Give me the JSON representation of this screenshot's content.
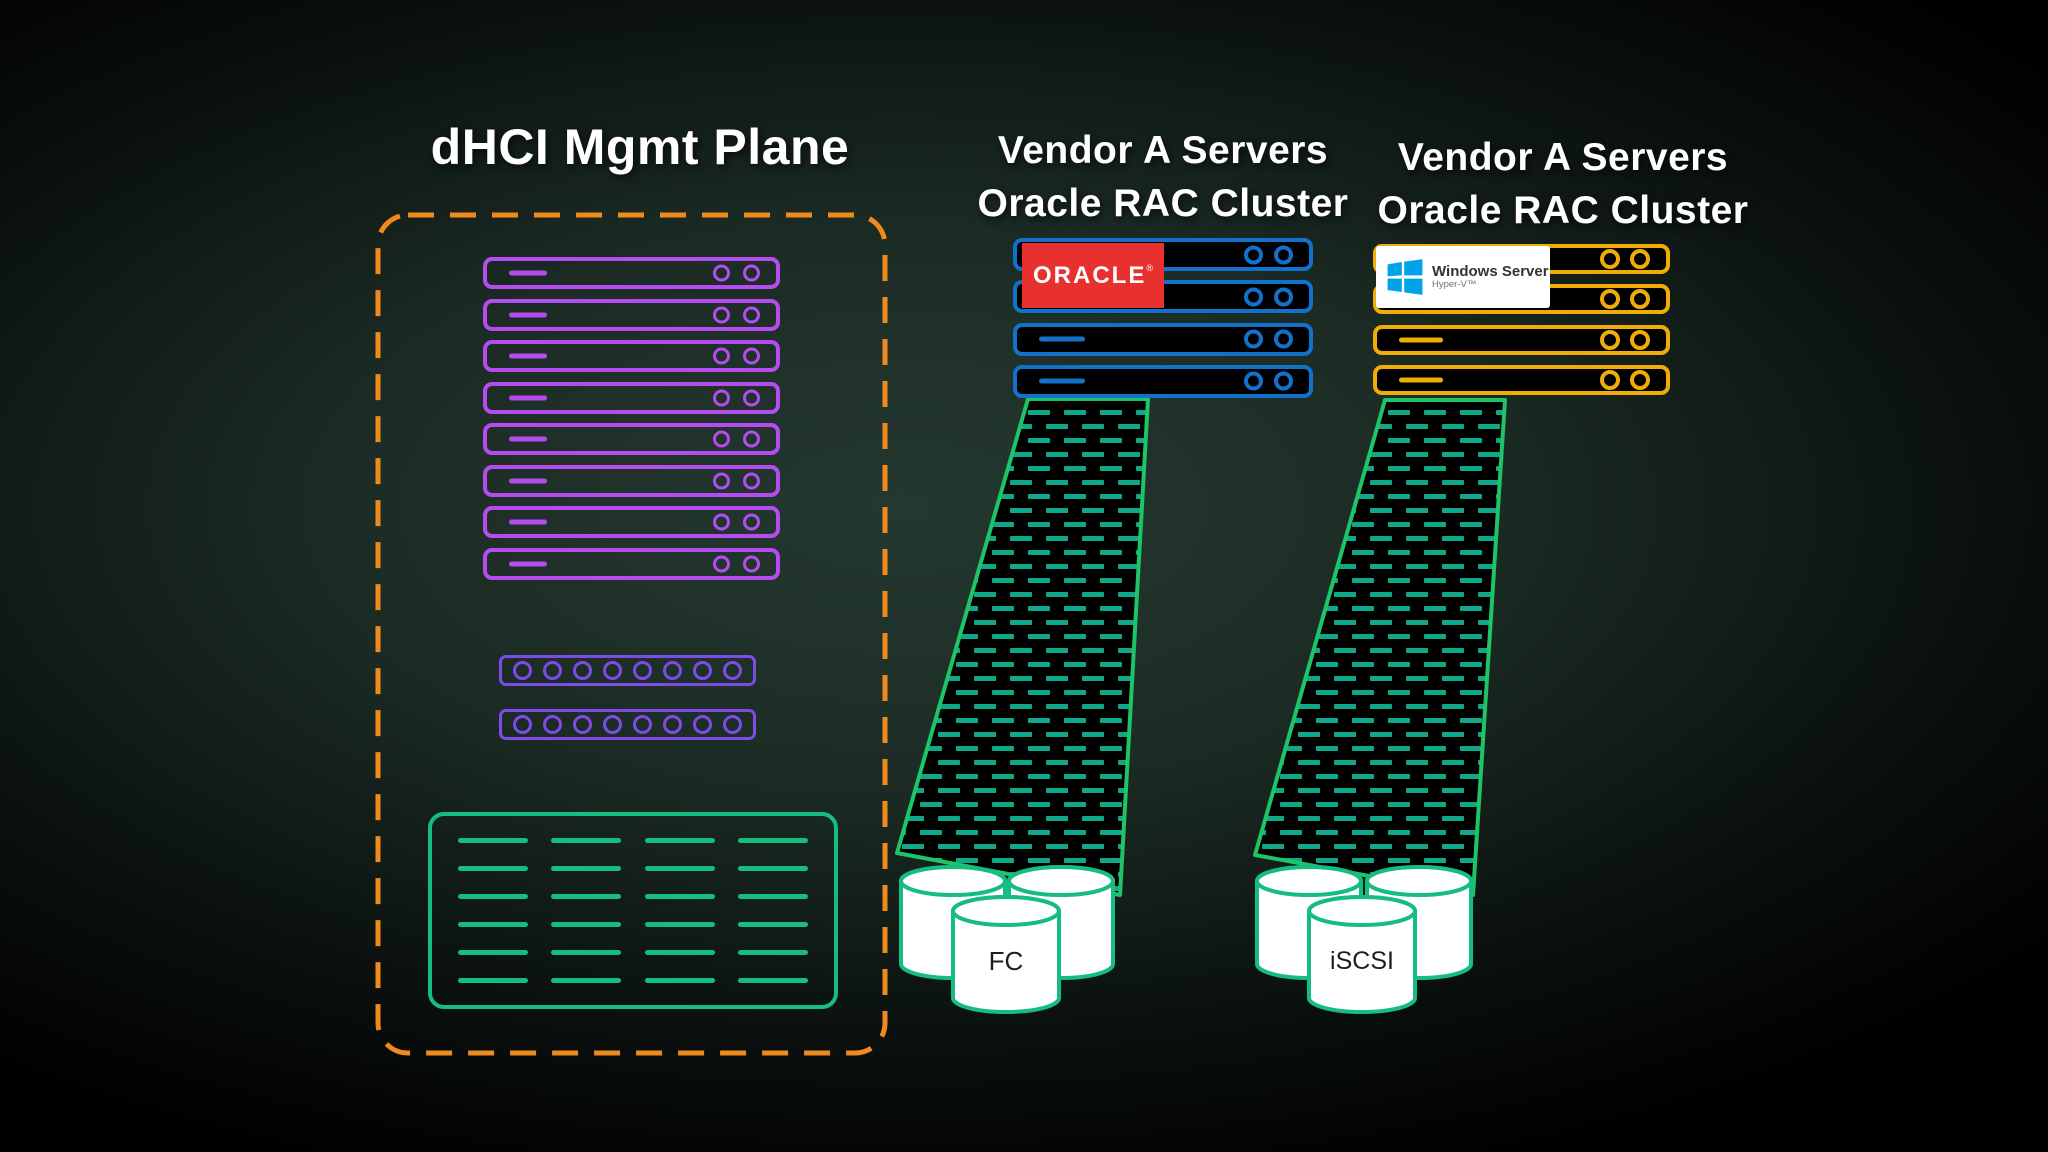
{
  "titles": {
    "mgmt": "dHCI Mgmt Plane",
    "cluster_fc_line1": "Vendor A Servers",
    "cluster_fc_line2": "Oracle RAC Cluster",
    "cluster_iscsi_line1": "Vendor A Servers",
    "cluster_iscsi_line2": "Oracle RAC Cluster"
  },
  "labels": {
    "fc_storage": "FC",
    "iscsi_storage": "iSCSI",
    "oracle_logo": "ORACLE",
    "oracle_logo_mark": "®",
    "windows_logo_line1": "Windows Server",
    "windows_logo_line2": "Hyper-V™"
  },
  "structure": {
    "mgmt_server_rows": 8,
    "mgmt_switches": 2,
    "switch_ports": 8,
    "storage_grid_rows": 6,
    "storage_grid_cols": 4,
    "cluster_fc_server_rows": 4,
    "cluster_iscsi_server_rows": 4,
    "fc_cylinders": 3,
    "iscsi_cylinders": 3
  },
  "colors": {
    "background_center": "#243830",
    "background_edge": "#000000",
    "mgmt_boundary_orange": "#f08a1d",
    "mgmt_server_purple": "#b44cf0",
    "switch_violet": "#7d4be8",
    "storage_green": "#16bd80",
    "fabric_border_green": "#1dc468",
    "fabric_hatch_teal": "#0fa98a",
    "cluster_fc_blue": "#1272cb",
    "cluster_iscsi_yellow": "#f0ad08",
    "oracle_red": "#e8312f",
    "windows_blue": "#00a2e8",
    "title_white": "#ffffff"
  }
}
